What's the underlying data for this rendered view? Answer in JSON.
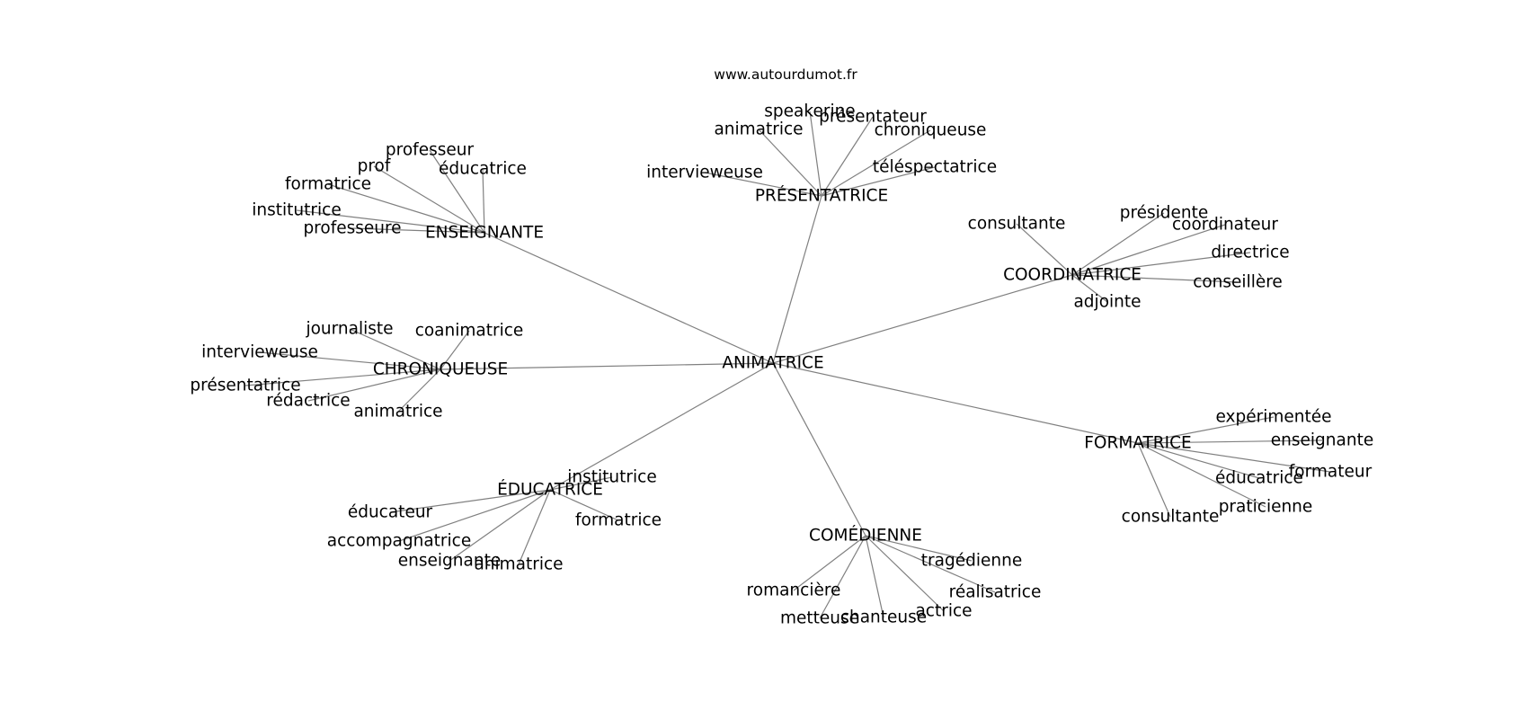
{
  "watermark": "www.autourdumot.fr",
  "center": "ANIMATRICE",
  "clusters": [
    {
      "label": "PRÉSENTATRICE",
      "children": [
        "speakerine",
        "animatrice",
        "présentateur",
        "chroniqueuse",
        "intervieweuse",
        "téléspectatrice"
      ]
    },
    {
      "label": "ENSEIGNANTE",
      "children": [
        "professeur",
        "prof",
        "éducatrice",
        "formatrice",
        "institutrice",
        "professeure"
      ]
    },
    {
      "label": "COORDINATRICE",
      "children": [
        "consultante",
        "présidente",
        "coordinateur",
        "directrice",
        "conseillère",
        "adjointe"
      ]
    },
    {
      "label": "CHRONIQUEUSE",
      "children": [
        "journaliste",
        "coanimatrice",
        "intervieweuse",
        "présentatrice",
        "rédactrice",
        "animatrice"
      ]
    },
    {
      "label": "FORMATRICE",
      "children": [
        "expérimentée",
        "enseignante",
        "formateur",
        "éducatrice",
        "praticienne",
        "consultante"
      ]
    },
    {
      "label": "ÉDUCATRICE",
      "children": [
        "institutrice",
        "éducateur",
        "formatrice",
        "accompagnatrice",
        "enseignante",
        "animatrice"
      ]
    },
    {
      "label": "COMÉDIENNE",
      "children": [
        "tragédienne",
        "romancière",
        "réalisatrice",
        "actrice",
        "metteuse",
        "chanteuse"
      ]
    }
  ]
}
